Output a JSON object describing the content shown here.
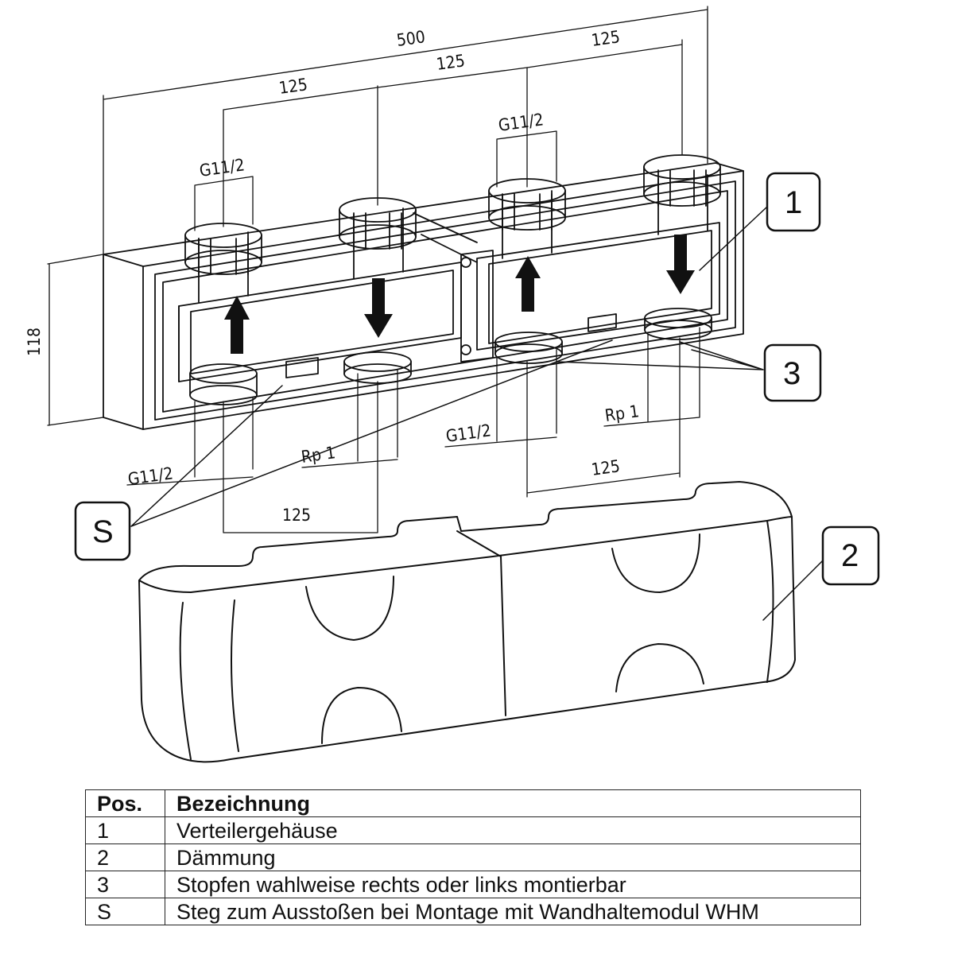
{
  "dimensions": {
    "total_width": "500",
    "spacing_left_top": "125",
    "spacing_middle_top": "125",
    "spacing_right_top": "125",
    "spacing_bottom_left": "125",
    "spacing_bottom_right": "125",
    "height": "118",
    "thread_top_left": "G11/2",
    "thread_top_right": "G11/2",
    "thread_bottom_left": "G11/2",
    "thread_bottom_mid": "G11/2",
    "thread_rp_left": "Rp 1",
    "thread_rp_right": "Rp 1"
  },
  "callouts": {
    "c1": "1",
    "c2": "2",
    "c3": "3",
    "cS": "S"
  },
  "legend": {
    "header": {
      "pos": "Pos.",
      "name": "Bezeichnung"
    },
    "rows": [
      {
        "pos": "1",
        "name": "Verteilergehäuse"
      },
      {
        "pos": "2",
        "name": "Dämmung"
      },
      {
        "pos": "3",
        "name": "Stopfen wahlweise rechts oder links montierbar"
      },
      {
        "pos": "S",
        "name": "Steg zum Ausstoßen bei Montage mit Wandhaltemodul WHM"
      }
    ]
  }
}
